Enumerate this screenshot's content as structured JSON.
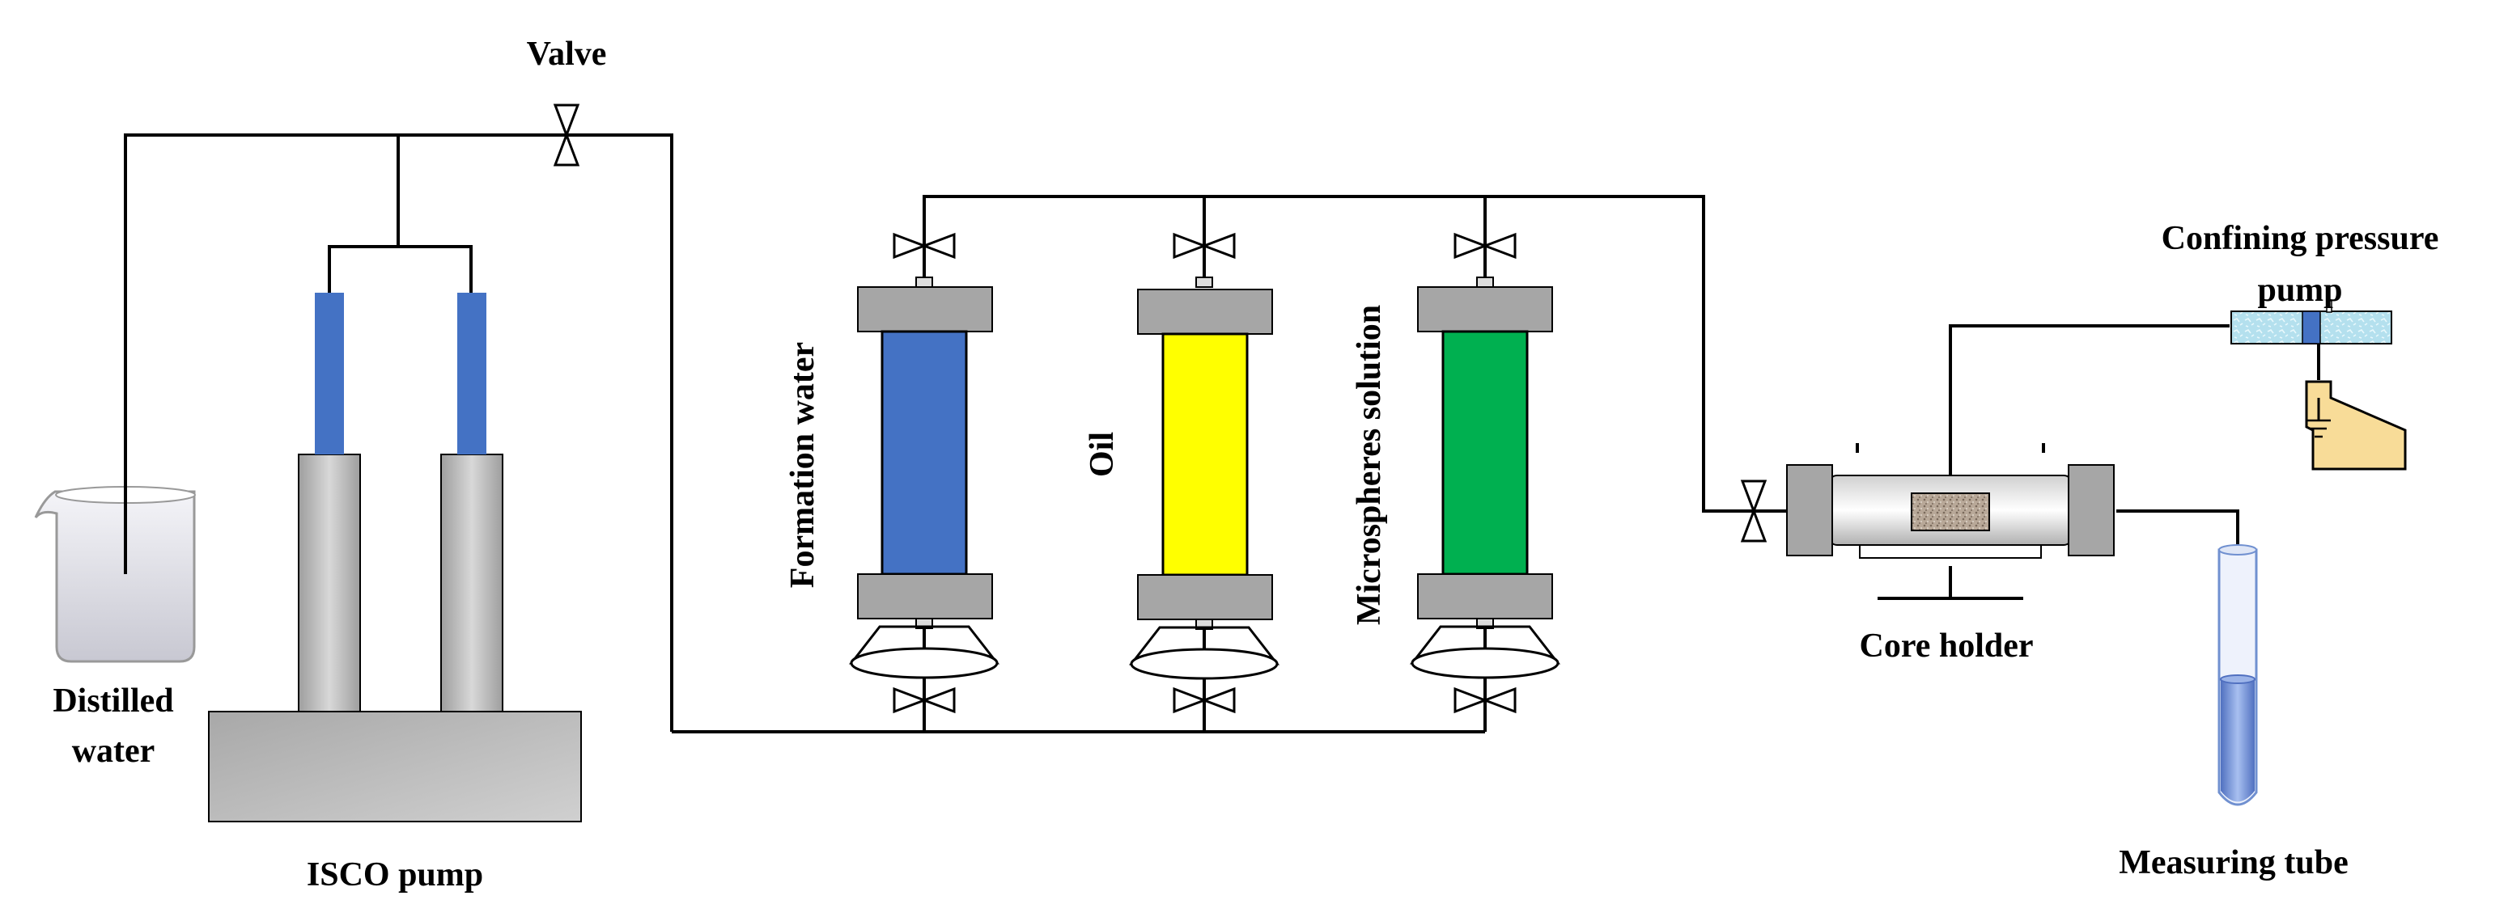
{
  "labels": {
    "valve": "Valve",
    "distilled_water_line1": "Distilled",
    "distilled_water_line2": "water",
    "isco_pump": "ISCO pump",
    "formation_water": "Formation water",
    "oil": "Oil",
    "microspheres_solution": "Microspheres solution",
    "confining_pressure_pump_line1": "Confining pressure",
    "confining_pressure_pump_line2": "pump",
    "core_holder": "Core holder",
    "measuring_tube": "Measuring tube"
  },
  "colors": {
    "formation_water": "#4472c4",
    "oil": "#ffff00",
    "microspheres_solution": "#00b050",
    "pump_piston": "#4472c4",
    "steel_gray": "#b8b8b8",
    "end_cap_gray": "#a6a6a6",
    "beaker_water": "#dcdde8",
    "tank_fill": "#f8dc98",
    "measuring_tube": "#7090d0"
  },
  "icons": {
    "valve": "bowtie-valve-icon",
    "ground": "ground-symbol-icon"
  }
}
